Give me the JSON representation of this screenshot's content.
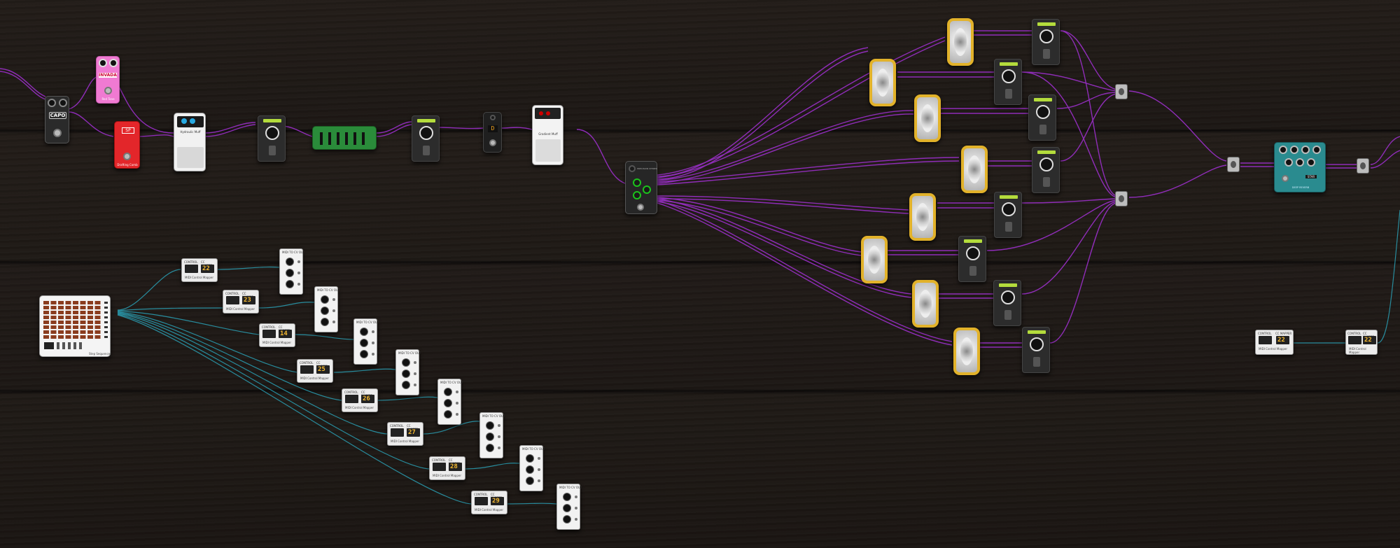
{
  "pedals": {
    "compressor": {
      "brand": "CAPO"
    },
    "pink": {
      "brand": "INVADA",
      "label": "Red Tone"
    },
    "red": {
      "brand": "SP",
      "label": "Drafting Comb"
    },
    "white_sensor": {
      "label": "Hydraulic Muff"
    },
    "green_eq": {
      "label": ""
    },
    "tuner": {
      "label": "D"
    },
    "boss_white": {
      "label": "Gradient Muff"
    },
    "splitter": {
      "label": "PRECISION STEREO"
    },
    "teal_reverb": {
      "brand": "STAR",
      "label": "DEEP REVERB"
    },
    "sequencer": {
      "label": "Step Sequencer"
    }
  },
  "mappers": [
    {
      "display": "22"
    },
    {
      "display": "23"
    },
    {
      "display": "14"
    },
    {
      "display": "25"
    },
    {
      "display": "26"
    },
    {
      "display": "27"
    },
    {
      "display": "28"
    },
    {
      "display": "29"
    }
  ],
  "mapper_strings": {
    "left": "CONTROL",
    "right": "CC MAPPER",
    "name": "MIDI Control Mapper"
  },
  "dist_title": "MIDI TO CV OUT",
  "right_mappers": [
    {
      "display": "22"
    },
    {
      "display": "22"
    }
  ],
  "colors": {
    "cable_purple": "#9b2fc9",
    "cable_teal": "#2aa0b5",
    "amp_frame": "#e2b22a"
  }
}
